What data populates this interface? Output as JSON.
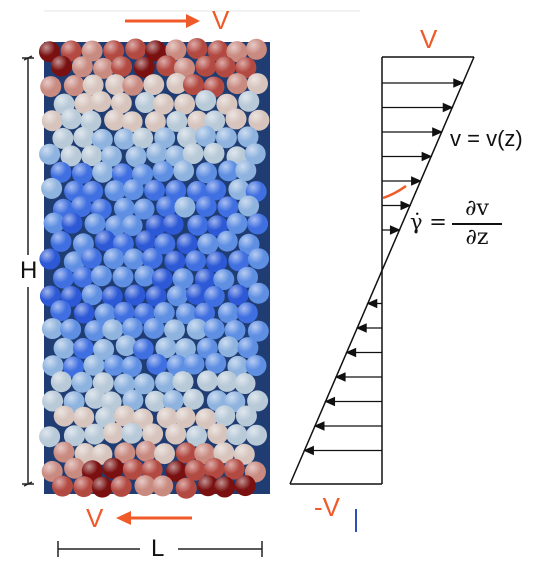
{
  "labels": {
    "top_velocity": "V",
    "bottom_velocity": "V",
    "height": "H",
    "length": "L",
    "profile_top": "V",
    "profile_bottom": "-V",
    "velocity_eq": "v = v(z)",
    "shear_symbol": "γ̇ =",
    "shear_num": "∂v",
    "shear_den": "∂z"
  },
  "colors": {
    "arrow_orange": "#f05a28",
    "background_blue": "#1f3d73",
    "bottom_marker": "#2f4fb5"
  },
  "particle_palette": [
    "#7a1010",
    "#b34a42",
    "#c98a80",
    "#d6c4bd",
    "#b8c9d8",
    "#8fb3df",
    "#5f8fe3",
    "#3f6fe0",
    "#2d59d6"
  ]
}
